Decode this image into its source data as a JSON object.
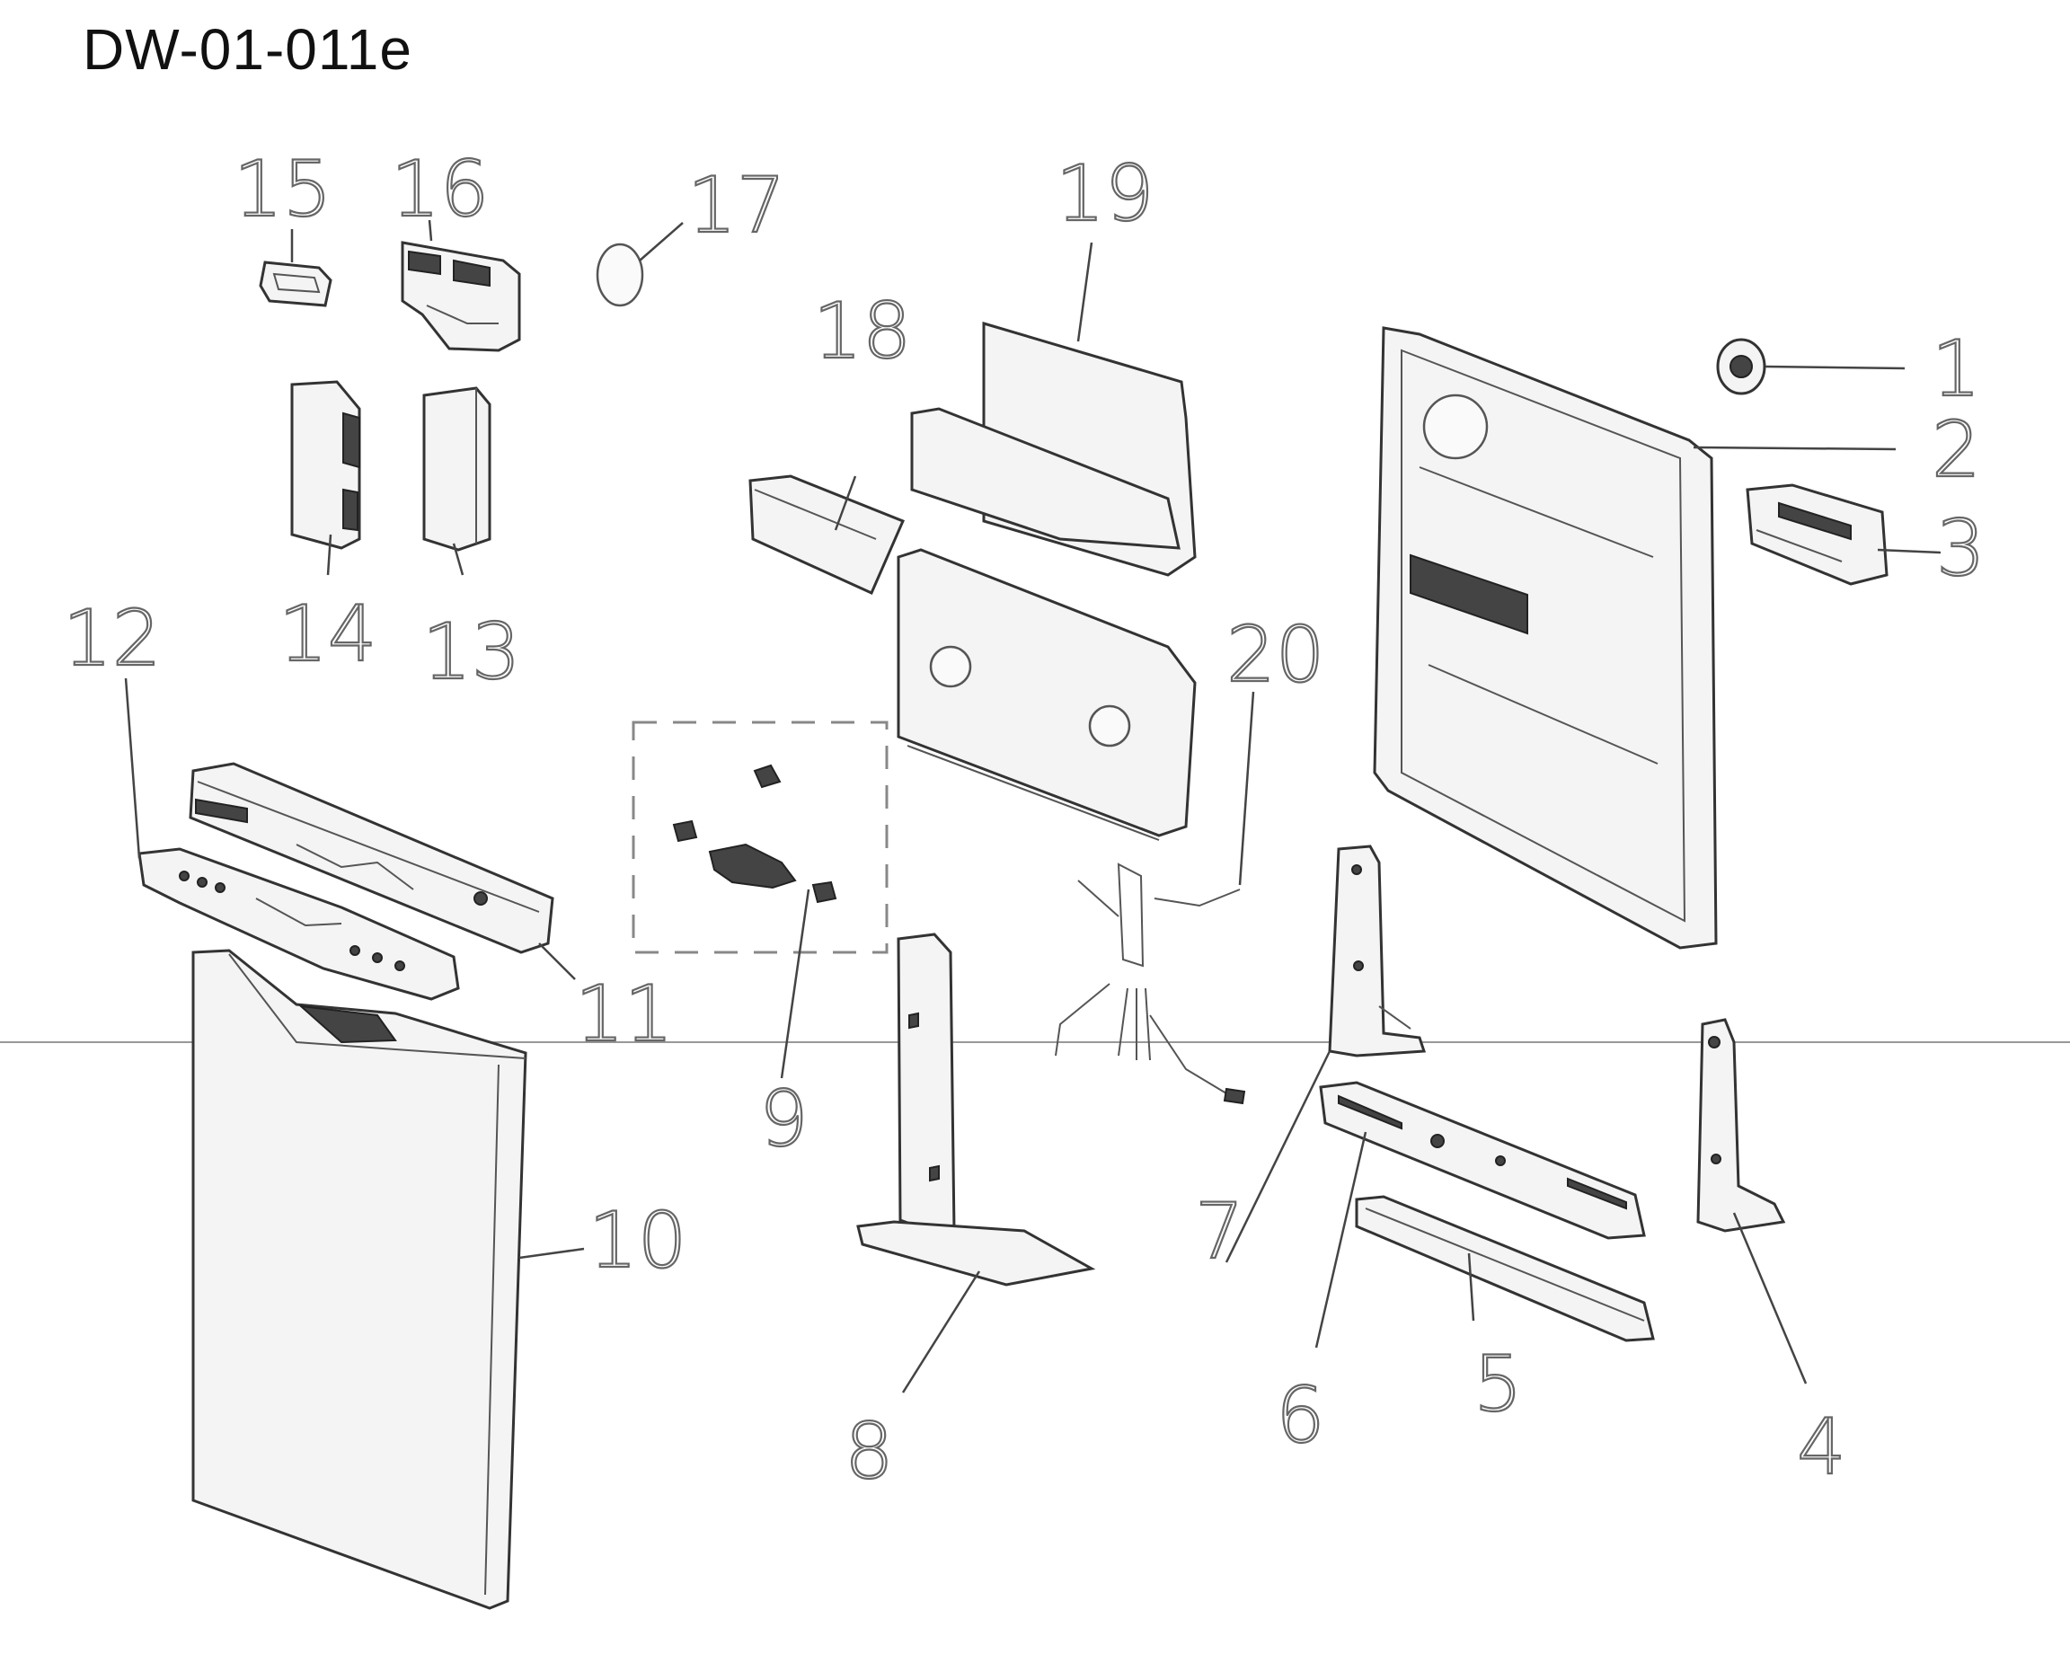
{
  "title": "DW-01-011e",
  "callouts": {
    "c1": "1",
    "c2": "2",
    "c3": "3",
    "c4": "4",
    "c5": "5",
    "c6": "6",
    "c7": "7",
    "c8": "8",
    "c9": "9",
    "c10": "10",
    "c11": "11",
    "c12": "12",
    "c13": "13",
    "c14": "14",
    "c15": "15",
    "c16": "16",
    "c17": "17",
    "c18": "18",
    "c19": "19",
    "c20": "20"
  }
}
